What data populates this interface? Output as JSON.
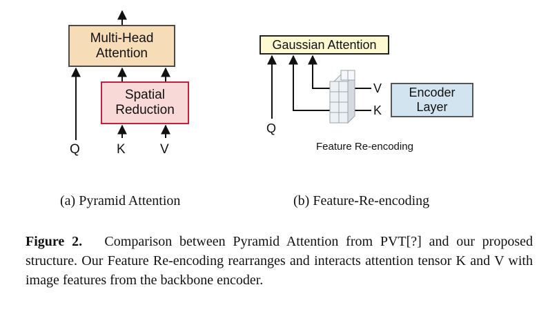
{
  "left_diagram": {
    "top_box": "Multi-Head\nAttention",
    "middle_box": "Spatial\nReduction",
    "inputs": [
      "Q",
      "K",
      "V"
    ]
  },
  "right_diagram": {
    "top_box": "Gaussian Attention",
    "side_box": "Encoder\nLayer",
    "labels": [
      "V",
      "K",
      "Q"
    ],
    "caption": "Feature Re-encoding"
  },
  "subcaptions": {
    "a": "(a)  Pyramid Attention",
    "b": "(b)  Feature-Re-encoding"
  },
  "figure_caption": {
    "label": "Figure 2.",
    "text": "Comparison between Pyramid Attention from PVT[?] and our proposed structure. Our Feature Re-encoding rearranges and interacts attention tensor K and V with image features from the backbone encoder."
  }
}
